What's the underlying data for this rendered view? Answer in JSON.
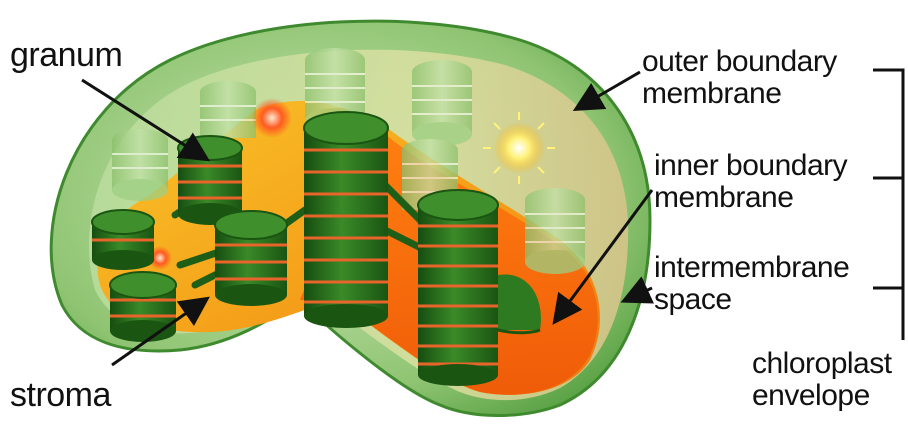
{
  "labels": {
    "granum": "granum",
    "stroma": "stroma",
    "outer_boundary_membrane": [
      "outer boundary",
      "membrane"
    ],
    "inner_boundary_membrane": [
      "inner boundary",
      "membrane"
    ],
    "intermembrane_space": [
      "intermembrane",
      "space"
    ],
    "chloroplast_envelope": [
      "chloroplast",
      "envelope"
    ]
  },
  "colors": {
    "outer_membrane": "#4e9a3a",
    "translucent_green": "#9ccf82",
    "stroma_orange": "#f07a10",
    "stroma_yellow": "#f6b21c",
    "grana_dark": "#1f5e17",
    "grana_mid": "#3f8f2c",
    "thylakoid_edge": "#e8642a",
    "text": "#111111"
  }
}
